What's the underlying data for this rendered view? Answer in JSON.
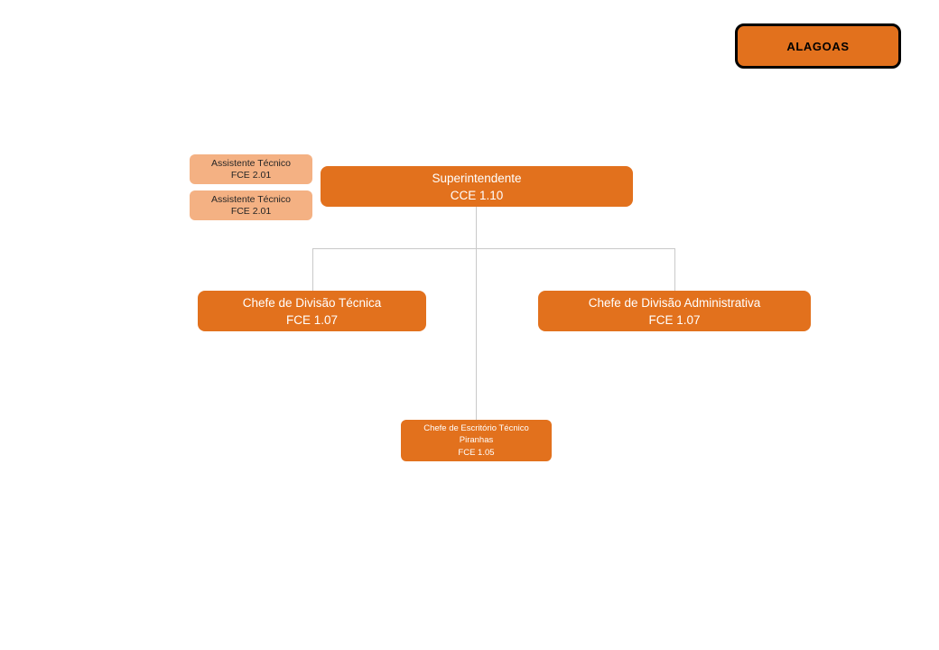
{
  "colors": {
    "node_orange": "#E2711D",
    "node_peach": "#F4B183",
    "connector_gray": "#C9C9C9",
    "badge_border": "#000000",
    "text_on_orange": "#FFFFFF",
    "text_on_peach": "#262626"
  },
  "badge": {
    "label": "ALAGOAS"
  },
  "chart": {
    "root": {
      "title": "Superintendente",
      "code": "CCE 1.10"
    },
    "assistants": [
      {
        "title": "Assistente Técnico",
        "code": "FCE 2.01"
      },
      {
        "title": "Assistente Técnico",
        "code": "FCE 2.01"
      }
    ],
    "children": [
      {
        "title": "Chefe de Divisão Técnica",
        "code": "FCE 1.07"
      },
      {
        "title": "Chefe de Divisão Administrativa",
        "code": "FCE 1.07"
      }
    ],
    "sub": {
      "title": "Chefe de Escritório Técnico",
      "location": "Piranhas",
      "code": "FCE 1.05"
    }
  }
}
